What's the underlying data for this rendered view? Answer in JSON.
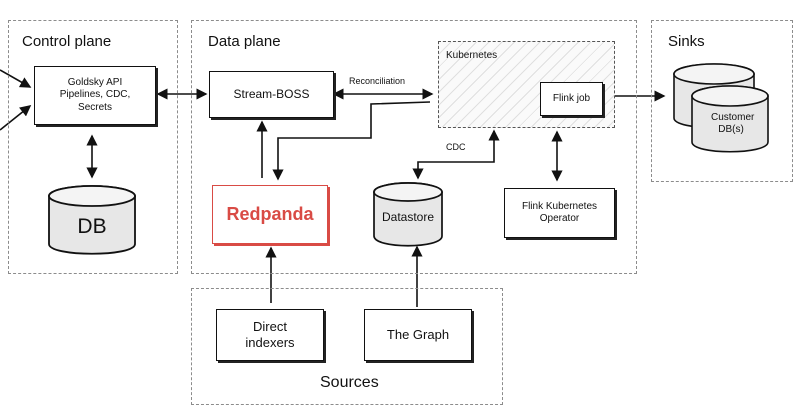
{
  "diagram": {
    "regions": {
      "control_plane": "Control plane",
      "data_plane": "Data plane",
      "sinks": "Sinks",
      "sources": "Sources"
    },
    "nodes": {
      "goldsky_api": "Goldsky API\nPipelines, CDC,\nSecrets",
      "db": "DB",
      "stream_boss": "Stream-BOSS",
      "kubernetes": "Kubernetes",
      "flink_job": "Flink job",
      "redpanda": "Redpanda",
      "datastore": "Datastore",
      "flink_k8s_operator": "Flink Kubernetes\nOperator",
      "direct_indexers": "Direct\nindexers",
      "the_graph": "The Graph",
      "customer_db": "Customer\nDB(s)"
    },
    "edge_labels": {
      "reconciliation": "Reconciliation",
      "cdc": "CDC"
    },
    "colors": {
      "accent": "#d94b45",
      "line": "#111111",
      "region_border": "#8c8c8c"
    }
  }
}
